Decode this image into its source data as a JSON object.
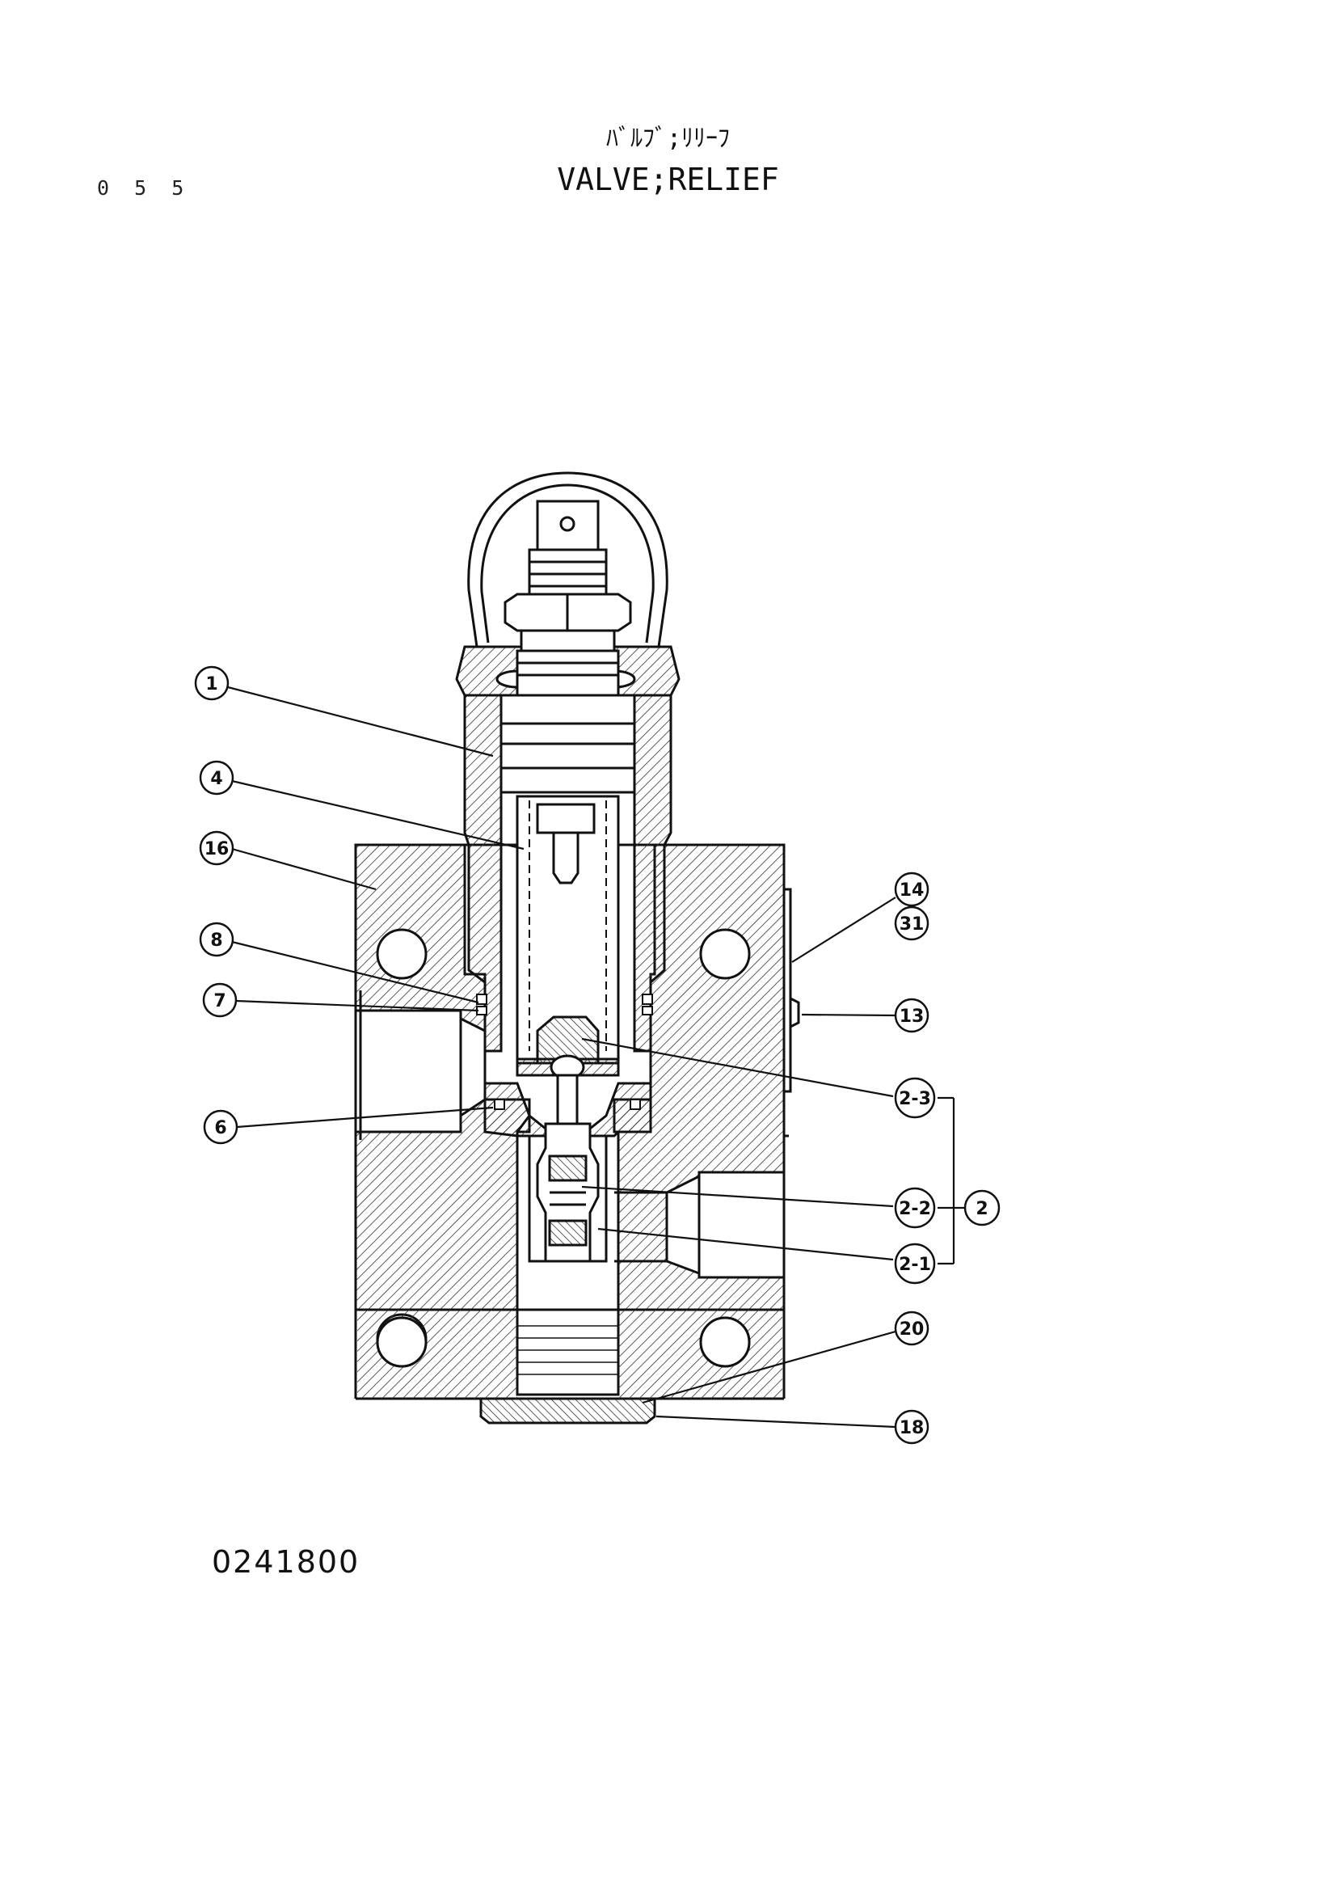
{
  "page_number": "0 5 5",
  "title_jp": "ﾊﾞﾙﾌﾞ;ﾘﾘｰﾌ",
  "title_en": "VALVE;RELIEF",
  "drawing_number": "0241800",
  "callouts": [
    {
      "id": "c1",
      "label": "1"
    },
    {
      "id": "c4",
      "label": "4"
    },
    {
      "id": "c16",
      "label": "16"
    },
    {
      "id": "c8",
      "label": "8"
    },
    {
      "id": "c7",
      "label": "7"
    },
    {
      "id": "c6",
      "label": "6"
    },
    {
      "id": "c14",
      "label": "14"
    },
    {
      "id": "c31",
      "label": "31"
    },
    {
      "id": "c13",
      "label": "13"
    },
    {
      "id": "c2-3",
      "label": "2-3"
    },
    {
      "id": "c2-2",
      "label": "2-2"
    },
    {
      "id": "c2-1",
      "label": "2-1"
    },
    {
      "id": "c2",
      "label": "2"
    },
    {
      "id": "c20",
      "label": "20"
    },
    {
      "id": "c18",
      "label": "18"
    }
  ]
}
